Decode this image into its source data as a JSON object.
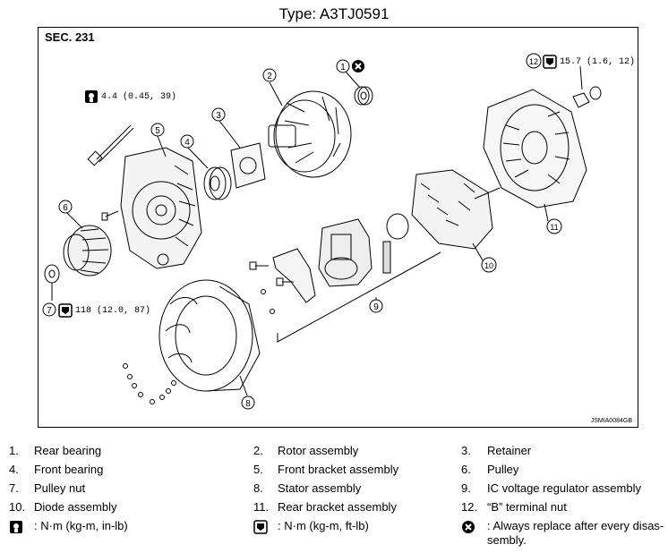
{
  "title": "Type: A3TJ0591",
  "section": "SEC. 231",
  "image_code": "JSMIA0084GB",
  "torques": {
    "bolt": "4.4 (0.45, 39)",
    "pulley_nut": "118 (12.0, 87)",
    "b_terminal": "15.7 (1.6, 12)"
  },
  "callouts": [
    "1",
    "2",
    "3",
    "4",
    "5",
    "6",
    "7",
    "8",
    "9",
    "10",
    "11",
    "12"
  ],
  "legend": [
    {
      "num": "1.",
      "label": "Rear bearing"
    },
    {
      "num": "2.",
      "label": "Rotor assembly"
    },
    {
      "num": "3.",
      "label": "Retainer"
    },
    {
      "num": "4.",
      "label": "Front bearing"
    },
    {
      "num": "5.",
      "label": "Front bracket assembly"
    },
    {
      "num": "6.",
      "label": "Pulley"
    },
    {
      "num": "7.",
      "label": "Pulley nut"
    },
    {
      "num": "8.",
      "label": "Stator assembly"
    },
    {
      "num": "9.",
      "label": "IC voltage regulator assembly"
    },
    {
      "num": "10.",
      "label": "Diode assembly"
    },
    {
      "num": "11.",
      "label": "Rear bracket assembly"
    },
    {
      "num": "12.",
      "label": "“B” terminal nut"
    }
  ],
  "symbols": [
    {
      "icon": "torque-wrench-icon",
      "label": ": N·m (kg-m, in-lb)"
    },
    {
      "icon": "torque-wrench-icon",
      "label": ": N·m (kg-m, ft-lb)"
    },
    {
      "icon": "replace-always-icon",
      "label": ": Always replace after every disas-",
      "label2": "sembly."
    }
  ]
}
